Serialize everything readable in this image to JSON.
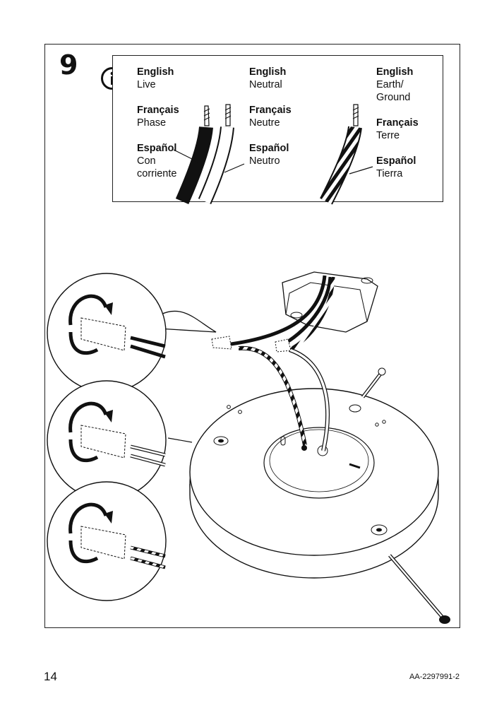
{
  "step": {
    "number": "9"
  },
  "legend": {
    "icon": "info-icon",
    "live": [
      {
        "language": "English",
        "term": "Live"
      },
      {
        "language": "Français",
        "term": "Phase"
      },
      {
        "language": "Español",
        "term": "Con\ncorriente"
      }
    ],
    "neutral": [
      {
        "language": "English",
        "term": "Neutral"
      },
      {
        "language": "Français",
        "term": "Neutre"
      },
      {
        "language": "Español",
        "term": "Neutro"
      }
    ],
    "earth": [
      {
        "language": "English",
        "term": "Earth/\nGround"
      },
      {
        "language": "Français",
        "term": "Terre"
      },
      {
        "language": "Español",
        "term": "Tierra"
      }
    ]
  },
  "footer": {
    "page_number": "14",
    "document_code": "AA-2297991-2"
  }
}
